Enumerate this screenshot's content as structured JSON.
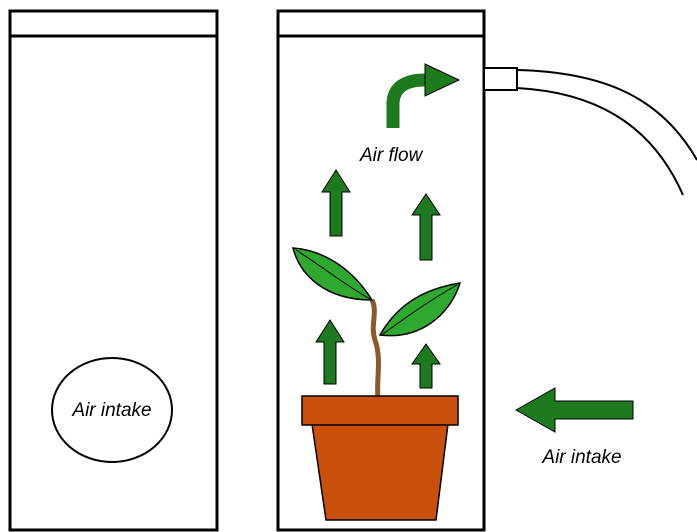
{
  "labels": {
    "front_air_intake": "Air intake",
    "air_flow": "Air flow",
    "side_air_intake": "Air intake"
  },
  "colors": {
    "arrow_green": "#1e7a1e",
    "leaf_green": "#2fa82f",
    "stem_brown": "#8b5a2b",
    "pot_orange": "#c9500a",
    "outline": "#000000"
  }
}
